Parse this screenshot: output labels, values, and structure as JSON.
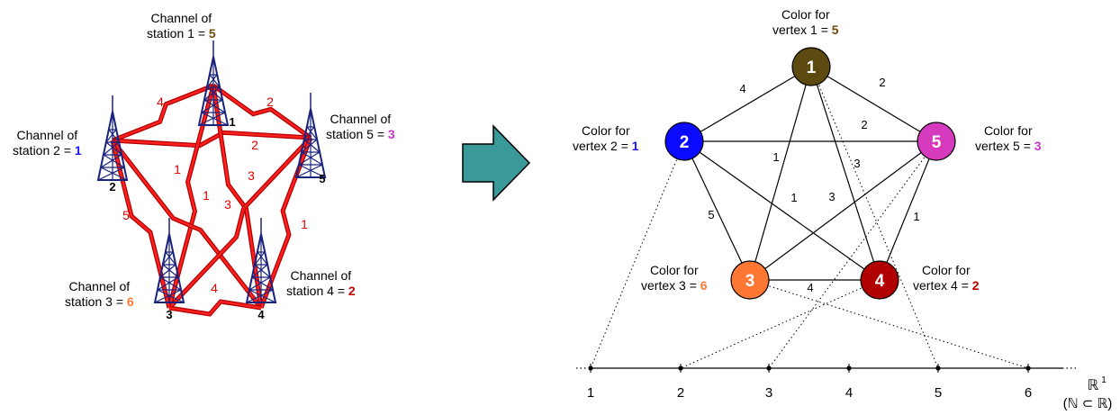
{
  "stations": [
    {
      "id": "1",
      "caption": "Channel of",
      "caption2": "station 1 = ",
      "channel": "5",
      "color": "#6b4a0a"
    },
    {
      "id": "2",
      "caption": "Channel of",
      "caption2": "station 2 = ",
      "channel": "1",
      "color": "#1a1aff"
    },
    {
      "id": "3",
      "caption": "Channel of",
      "caption2": "station 3 = ",
      "channel": "6",
      "color": "#ff7a33"
    },
    {
      "id": "4",
      "caption": "Channel of",
      "caption2": "station 4 = ",
      "channel": "2",
      "color": "#c00000"
    },
    {
      "id": "5",
      "caption": "Channel of",
      "caption2": "station 5 = ",
      "channel": "3",
      "color": "#cc33cc"
    }
  ],
  "interference_edges": [
    {
      "from": "2",
      "to": "1",
      "weight": "4"
    },
    {
      "from": "1",
      "to": "5",
      "weight": "2"
    },
    {
      "from": "2",
      "to": "5",
      "weight": "2"
    },
    {
      "from": "1",
      "to": "3",
      "weight": "1"
    },
    {
      "from": "2",
      "to": "4",
      "weight": "1"
    },
    {
      "from": "1",
      "to": "4",
      "weight": "3"
    },
    {
      "from": "5",
      "to": "3",
      "weight": "3"
    },
    {
      "from": "2",
      "to": "3",
      "weight": "5"
    },
    {
      "from": "5",
      "to": "4",
      "weight": "1"
    },
    {
      "from": "3",
      "to": "4",
      "weight": "4"
    }
  ],
  "graph": {
    "vertices": [
      {
        "id": "1",
        "caption": "Color for",
        "caption2": "vertex 1 = ",
        "value": "5",
        "fill": "#5c4a10"
      },
      {
        "id": "2",
        "caption": "Color for",
        "caption2": "vertex 2 = ",
        "value": "1",
        "fill": "#0a0aff"
      },
      {
        "id": "3",
        "caption": "Color for",
        "caption2": "vertex 3 = ",
        "value": "6",
        "fill": "#ff7733"
      },
      {
        "id": "4",
        "caption": "Color for",
        "caption2": "vertex 4 = ",
        "value": "2",
        "fill": "#b00000"
      },
      {
        "id": "5",
        "caption": "Color for",
        "caption2": "vertex 5 = ",
        "value": "3",
        "fill": "#d63bbd"
      }
    ],
    "edges": [
      {
        "from": "1",
        "to": "2",
        "weight": "4"
      },
      {
        "from": "1",
        "to": "5",
        "weight": "2"
      },
      {
        "from": "2",
        "to": "5",
        "weight": "2"
      },
      {
        "from": "1",
        "to": "3",
        "weight": "1"
      },
      {
        "from": "1",
        "to": "4",
        "weight": "3"
      },
      {
        "from": "2",
        "to": "4",
        "weight": "1"
      },
      {
        "from": "5",
        "to": "3",
        "weight": "3"
      },
      {
        "from": "2",
        "to": "3",
        "weight": "5"
      },
      {
        "from": "5",
        "to": "4",
        "weight": "1"
      },
      {
        "from": "3",
        "to": "4",
        "weight": "4"
      }
    ]
  },
  "number_line": {
    "ticks": [
      "1",
      "2",
      "3",
      "4",
      "5",
      "6"
    ],
    "label": "ℝ",
    "label_sup": "1",
    "note": "(ℕ ⊂ ℝ)"
  },
  "arrow_color": "#3a9a9a"
}
